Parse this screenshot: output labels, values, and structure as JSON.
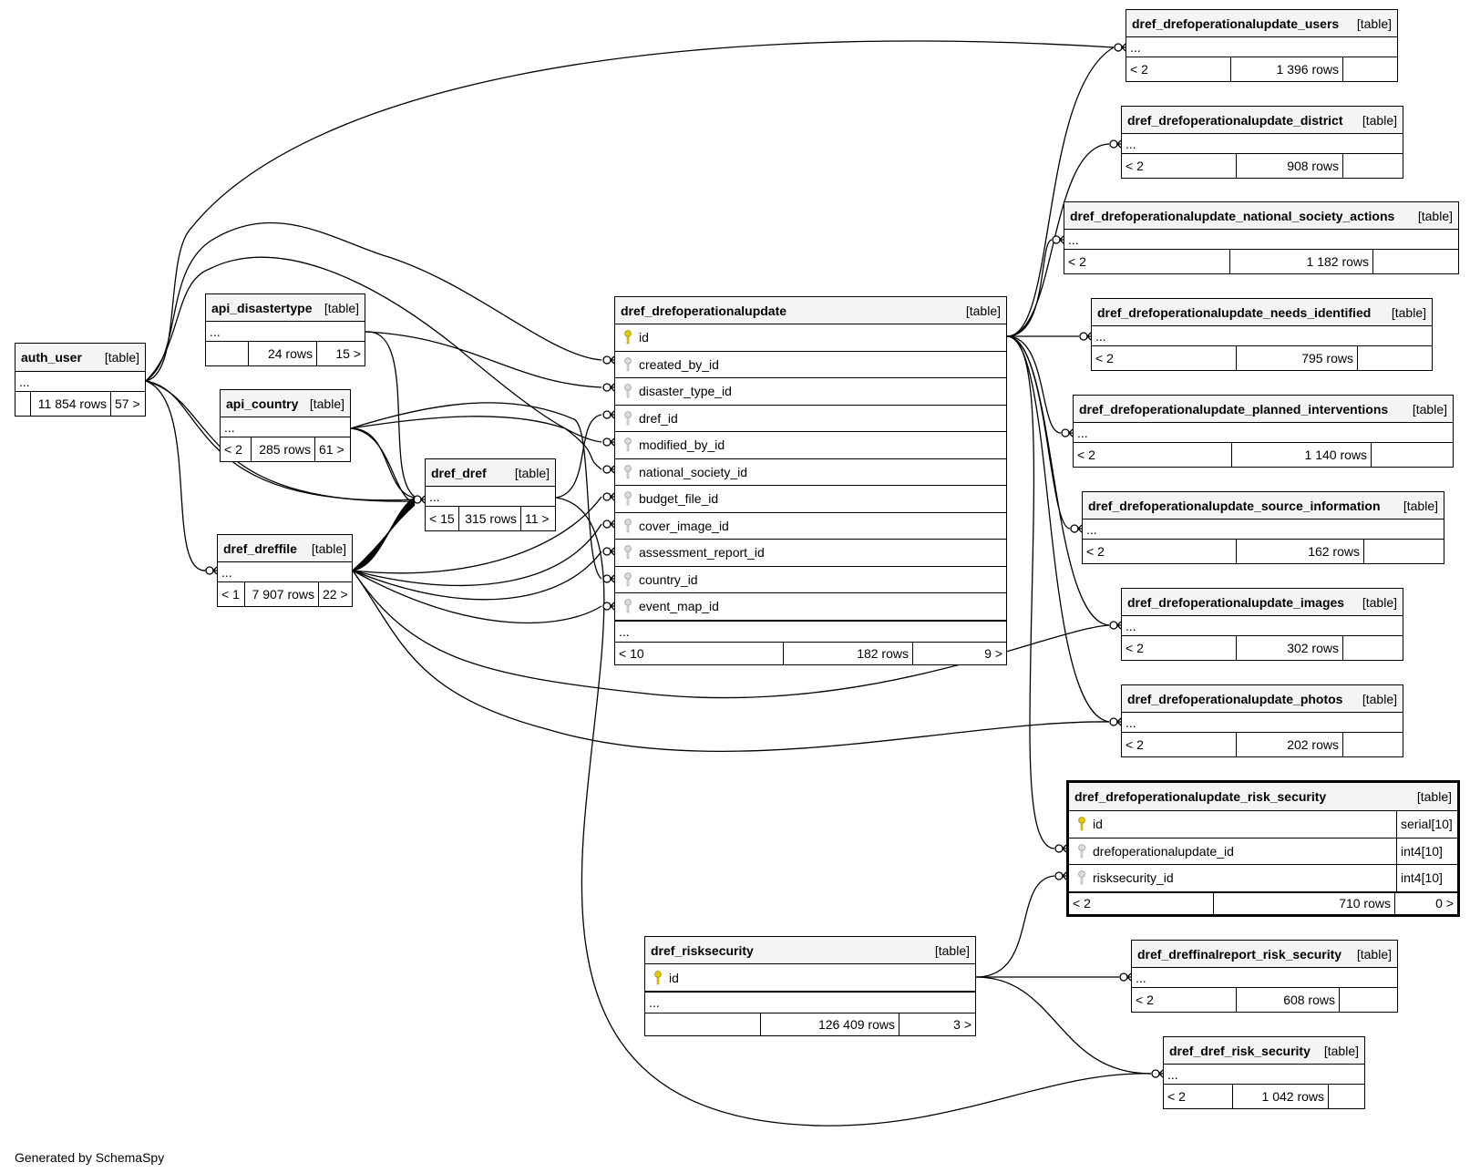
{
  "footer": "Generated by SchemaSpy",
  "colors": {
    "line": "#000000",
    "header_bg": "#f4f4f4",
    "primary_key": "#e6c800",
    "foreign_key": "#aaaaaa"
  },
  "tables": {
    "auth_user": {
      "name": "auth_user",
      "tag": "[table]",
      "ellipsis": "...",
      "stats": [
        "",
        "11 854 rows",
        "57 >"
      ]
    },
    "api_disastertype": {
      "name": "api_disastertype",
      "tag": "[table]",
      "ellipsis": "...",
      "stats": [
        "",
        "24 rows",
        "15 >"
      ]
    },
    "api_country": {
      "name": "api_country",
      "tag": "[table]",
      "ellipsis": "...",
      "stats": [
        "< 2",
        "285 rows",
        "61 >"
      ]
    },
    "dref_dref": {
      "name": "dref_dref",
      "tag": "[table]",
      "ellipsis": "...",
      "stats": [
        "< 15",
        "315 rows",
        "11 >"
      ]
    },
    "dref_dreffile": {
      "name": "dref_dreffile",
      "tag": "[table]",
      "ellipsis": "...",
      "stats": [
        "< 1",
        "7 907 rows",
        "22 >"
      ]
    },
    "dref_drefoperationalupdate": {
      "name": "dref_drefoperationalupdate",
      "tag": "[table]",
      "columns": [
        {
          "name": "id",
          "key": "primary-key-icon"
        },
        {
          "name": "created_by_id",
          "key": "foreign-key-icon"
        },
        {
          "name": "disaster_type_id",
          "key": "foreign-key-icon"
        },
        {
          "name": "dref_id",
          "key": "foreign-key-icon"
        },
        {
          "name": "modified_by_id",
          "key": "foreign-key-icon"
        },
        {
          "name": "national_society_id",
          "key": "foreign-key-icon"
        },
        {
          "name": "budget_file_id",
          "key": "foreign-key-icon"
        },
        {
          "name": "cover_image_id",
          "key": "foreign-key-icon"
        },
        {
          "name": "assessment_report_id",
          "key": "foreign-key-icon"
        },
        {
          "name": "country_id",
          "key": "foreign-key-icon"
        },
        {
          "name": "event_map_id",
          "key": "foreign-key-icon"
        }
      ],
      "ellipsis": "...",
      "stats": [
        "< 10",
        "182 rows",
        "9 >"
      ]
    },
    "dref_risksecurity": {
      "name": "dref_risksecurity",
      "tag": "[table]",
      "columns": [
        {
          "name": "id",
          "key": "primary-key-icon"
        }
      ],
      "ellipsis": "...",
      "stats": [
        "",
        "126 409 rows",
        "3 >"
      ]
    },
    "dref_drefoperationalupdate_users": {
      "name": "dref_drefoperationalupdate_users",
      "tag": "[table]",
      "ellipsis": "...",
      "stats": [
        "< 2",
        "1 396 rows",
        ""
      ]
    },
    "dref_drefoperationalupdate_district": {
      "name": "dref_drefoperationalupdate_district",
      "tag": "[table]",
      "ellipsis": "...",
      "stats": [
        "< 2",
        "908 rows",
        ""
      ]
    },
    "dref_drefoperationalupdate_national_society_actions": {
      "name": "dref_drefoperationalupdate_national_society_actions",
      "tag": "[table]",
      "ellipsis": "...",
      "stats": [
        "< 2",
        "1 182 rows",
        ""
      ]
    },
    "dref_drefoperationalupdate_needs_identified": {
      "name": "dref_drefoperationalupdate_needs_identified",
      "tag": "[table]",
      "ellipsis": "...",
      "stats": [
        "< 2",
        "795 rows",
        ""
      ]
    },
    "dref_drefoperationalupdate_planned_interventions": {
      "name": "dref_drefoperationalupdate_planned_interventions",
      "tag": "[table]",
      "ellipsis": "...",
      "stats": [
        "< 2",
        "1 140 rows",
        ""
      ]
    },
    "dref_drefoperationalupdate_source_information": {
      "name": "dref_drefoperationalupdate_source_information",
      "tag": "[table]",
      "ellipsis": "...",
      "stats": [
        "< 2",
        "162 rows",
        ""
      ]
    },
    "dref_drefoperationalupdate_images": {
      "name": "dref_drefoperationalupdate_images",
      "tag": "[table]",
      "ellipsis": "...",
      "stats": [
        "< 2",
        "302 rows",
        ""
      ]
    },
    "dref_drefoperationalupdate_photos": {
      "name": "dref_drefoperationalupdate_photos",
      "tag": "[table]",
      "ellipsis": "...",
      "stats": [
        "< 2",
        "202 rows",
        ""
      ]
    },
    "dref_drefoperationalupdate_risk_security": {
      "name": "dref_drefoperationalupdate_risk_security",
      "tag": "[table]",
      "columns": [
        {
          "name": "id",
          "type": "serial[10]",
          "key": "primary-key-icon"
        },
        {
          "name": "drefoperationalupdate_id",
          "type": "int4[10]",
          "key": "foreign-key-icon"
        },
        {
          "name": "risksecurity_id",
          "type": "int4[10]",
          "key": "foreign-key-icon"
        }
      ],
      "stats": [
        "< 2",
        "710 rows",
        "0 >"
      ]
    },
    "dref_dreffinalreport_risk_security": {
      "name": "dref_dreffinalreport_risk_security",
      "tag": "[table]",
      "ellipsis": "...",
      "stats": [
        "< 2",
        "608 rows",
        ""
      ]
    },
    "dref_dref_risk_security": {
      "name": "dref_dref_risk_security",
      "tag": "[table]",
      "ellipsis": "...",
      "stats": [
        "< 2",
        "1 042 rows",
        ""
      ]
    }
  }
}
